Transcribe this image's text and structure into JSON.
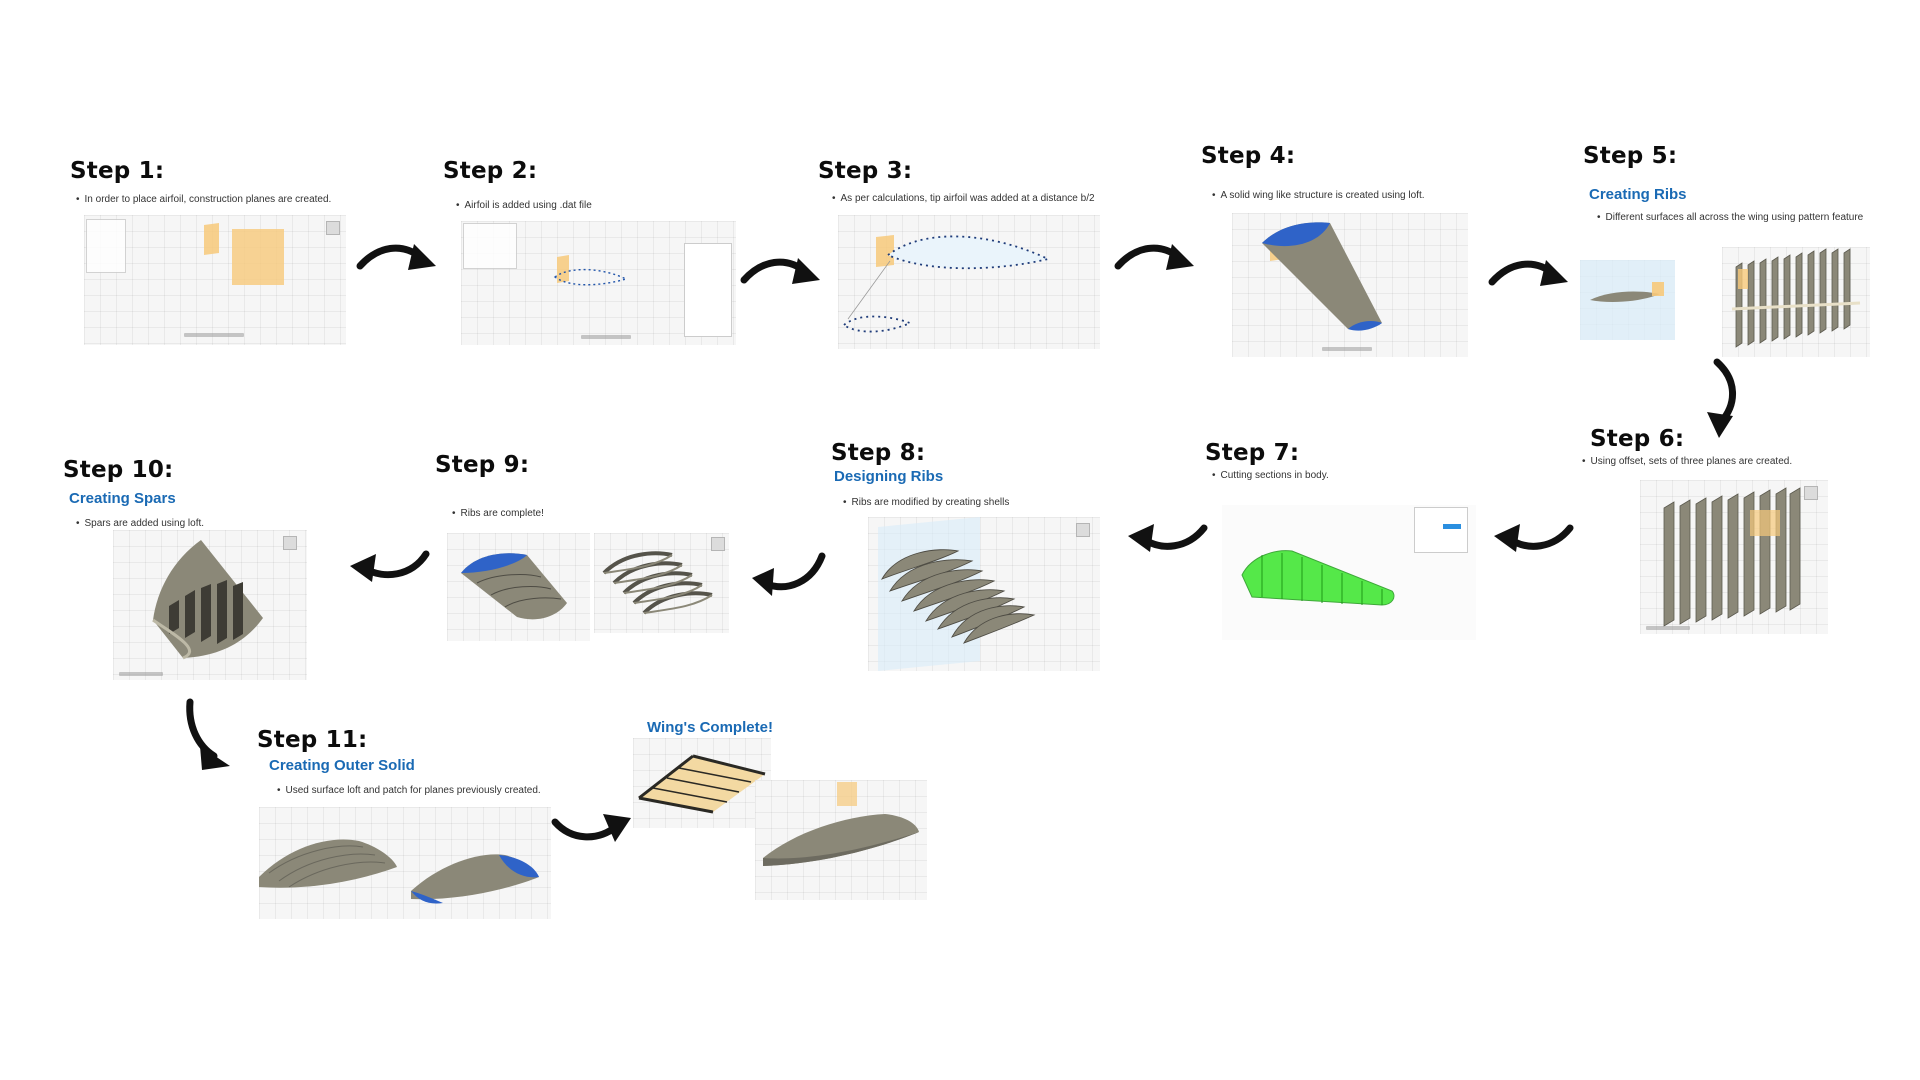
{
  "steps": [
    {
      "id": 1,
      "title": "Step 1:",
      "subtitle": "",
      "bullet": "In order to place airfoil, construction planes are created."
    },
    {
      "id": 2,
      "title": "Step 2:",
      "subtitle": "",
      "bullet": "Airfoil is added using .dat file"
    },
    {
      "id": 3,
      "title": "Step 3:",
      "subtitle": "",
      "bullet": "As per calculations, tip airfoil was added at a distance b/2"
    },
    {
      "id": 4,
      "title": "Step 4:",
      "subtitle": "",
      "bullet": "A solid wing like  structure is created using loft."
    },
    {
      "id": 5,
      "title": "Step 5:",
      "subtitle": "Creating Ribs",
      "bullet": "Different surfaces all across the wing using pattern feature"
    },
    {
      "id": 6,
      "title": "Step 6:",
      "subtitle": "",
      "bullet": "Using offset, sets of three planes are created."
    },
    {
      "id": 7,
      "title": "Step 7:",
      "subtitle": "",
      "bullet": "Cutting sections in body."
    },
    {
      "id": 8,
      "title": "Step 8:",
      "subtitle": "Designing Ribs",
      "bullet": "Ribs are modified by creating shells"
    },
    {
      "id": 9,
      "title": "Step 9:",
      "subtitle": "",
      "bullet": "Ribs are complete!"
    },
    {
      "id": 10,
      "title": "Step 10:",
      "subtitle": "Creating Spars",
      "bullet": "Spars are added using loft."
    },
    {
      "id": 11,
      "title": "Step 11:",
      "subtitle": "Creating Outer Solid",
      "bullet": "Used surface loft and patch for planes previously created."
    }
  ],
  "finish": {
    "label": "Wing's Complete!"
  },
  "colors": {
    "title": "#0c0c0c",
    "subtitle": "#1a6ab4",
    "wing_gray": "#8b8878",
    "face_blue": "#2f63c8",
    "plane_orange": "#f7c97a",
    "cut_green": "#39e52b"
  }
}
